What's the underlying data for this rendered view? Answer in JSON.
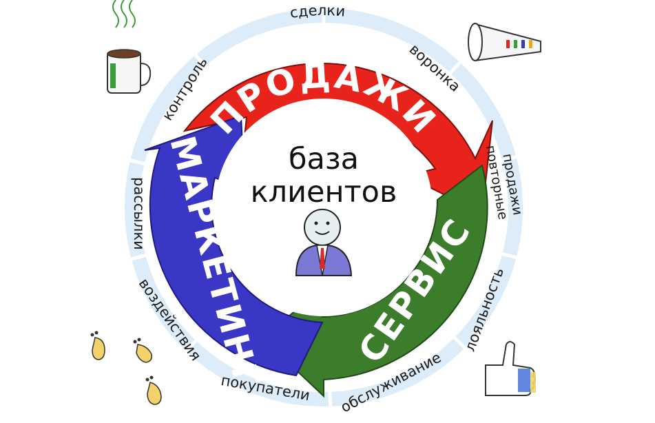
{
  "center": {
    "line1": "база",
    "line2": "клиентов"
  },
  "segments": {
    "sales": {
      "label": "ПРОДАЖИ",
      "color": "#e8231c"
    },
    "service": {
      "label": "СЕРВИС",
      "color": "#3c7d2c"
    },
    "marketing": {
      "label": "МАРКЕТИНГ",
      "color": "#3a36c6"
    }
  },
  "ring_labels": {
    "deals": "сделки",
    "funnel": "воронка",
    "repeat_sales_1": "повторные",
    "repeat_sales_2": "продажи",
    "loyalty": "лояльность",
    "maintenance": "обслуживание",
    "buyers": "покупатели",
    "influence": "воздействия",
    "mailings": "рассылки",
    "control": "контроль"
  },
  "ring_color": "#dcecf9",
  "icons": [
    "coffee-mug-icon",
    "megaphone-icon",
    "footprints-icon",
    "thumbs-up-icon",
    "businessman-icon"
  ]
}
